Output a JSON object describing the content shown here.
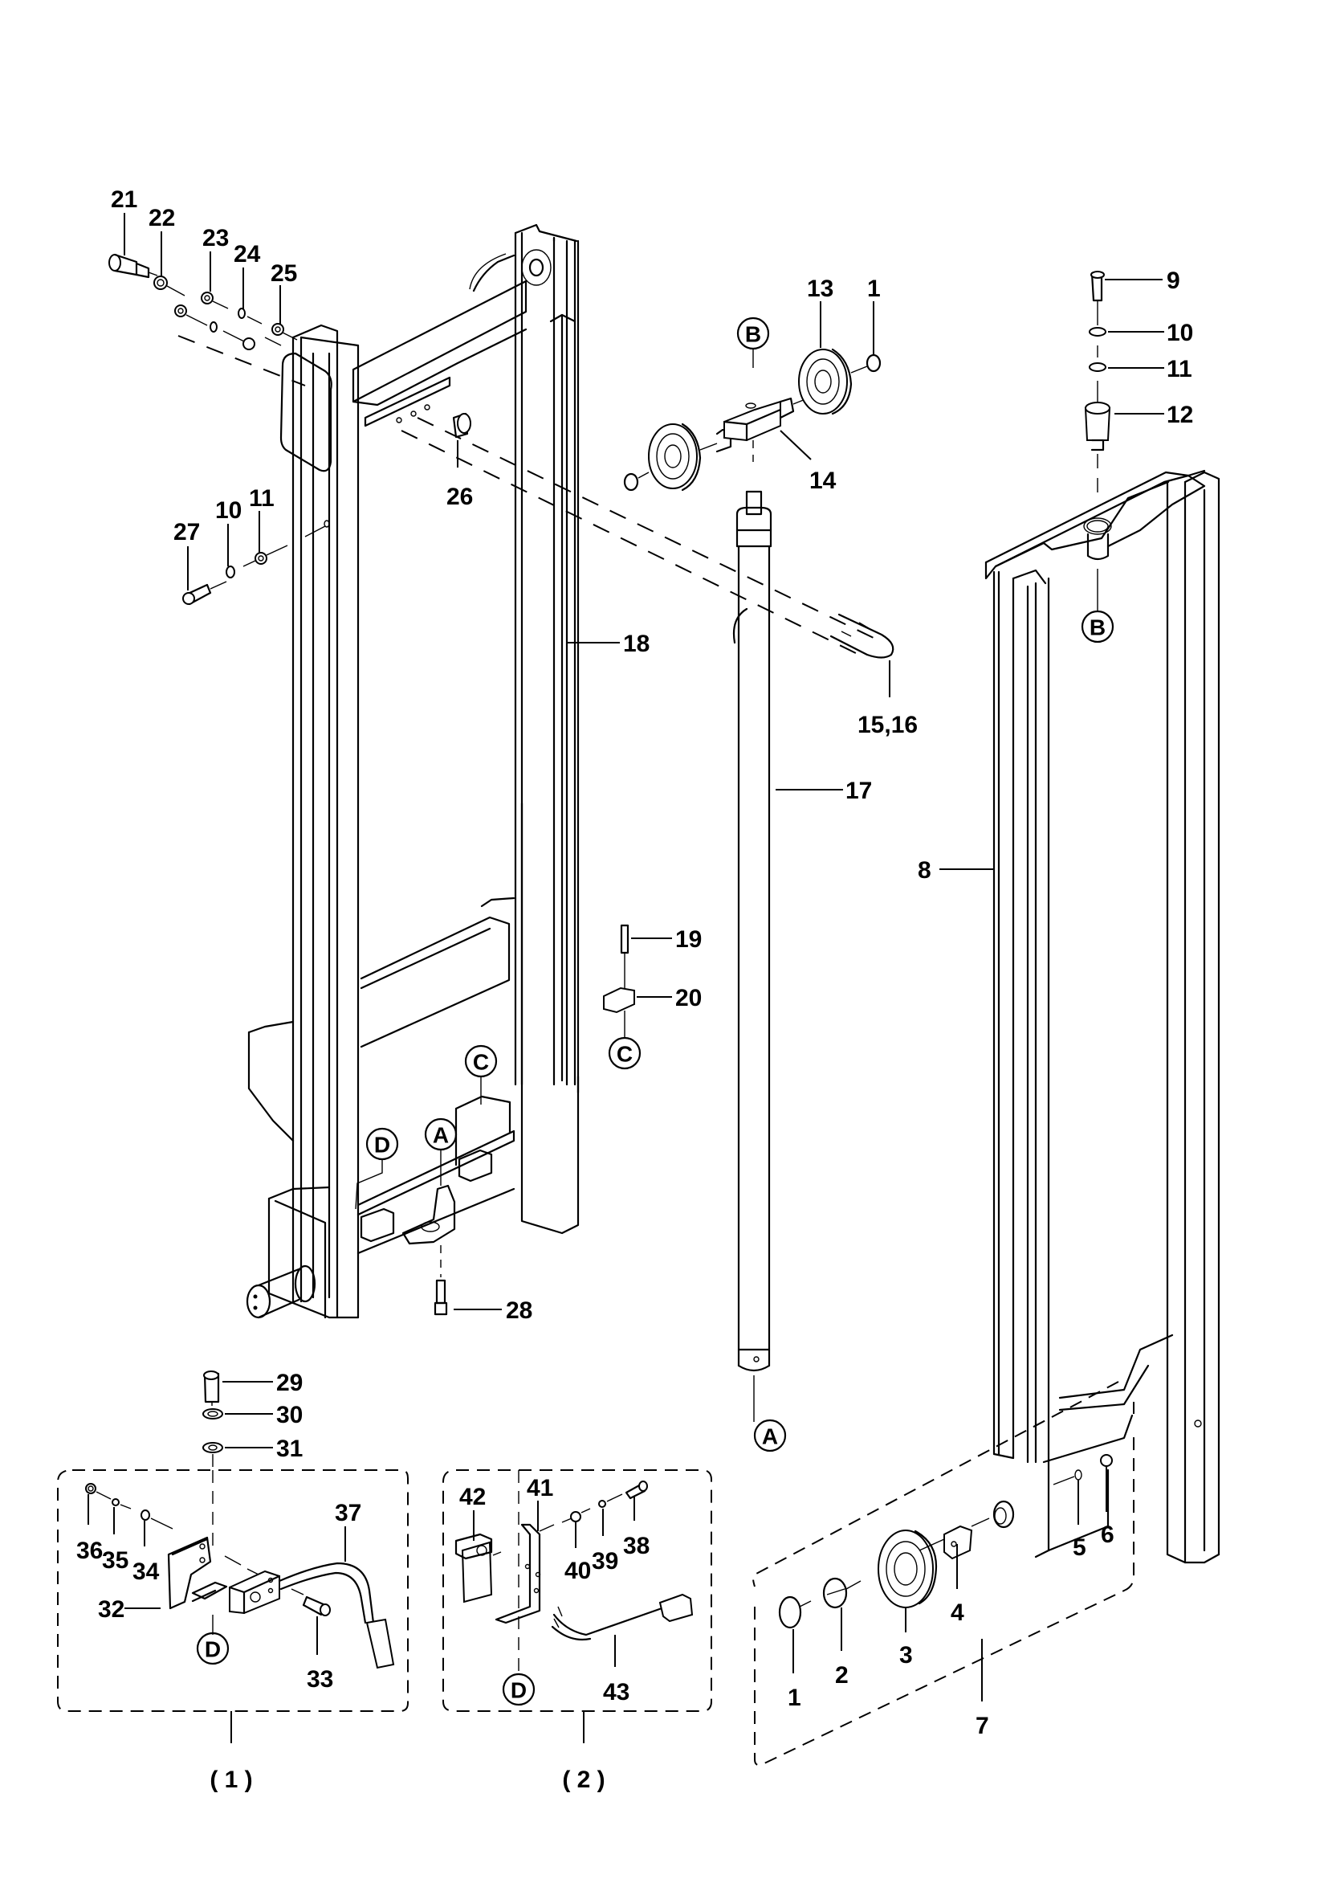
{
  "diagram": {
    "title": "",
    "type": "exploded parts diagram — lift mast assembly",
    "callouts": {
      "c1_top": "1",
      "c1_bottom": "1",
      "c2": "2",
      "c3": "3",
      "c4": "4",
      "c5": "5",
      "c6": "6",
      "c7": "7",
      "c8": "8",
      "c9": "9",
      "c10_right": "10",
      "c11_right": "11",
      "c12": "12",
      "c13": "13",
      "c14": "14",
      "c15_16": "15,16",
      "c17": "17",
      "c18": "18",
      "c19": "19",
      "c20": "20",
      "c21": "21",
      "c22": "22",
      "c23": "23",
      "c24": "24",
      "c25": "25",
      "c26": "26",
      "c27": "27",
      "c10_left": "10",
      "c11_left": "11",
      "c28": "28",
      "c29": "29",
      "c30": "30",
      "c31": "31",
      "c32": "32",
      "c33": "33",
      "c34": "34",
      "c35": "35",
      "c36": "36",
      "c37": "37",
      "c38": "38",
      "c39": "39",
      "c40": "40",
      "c41": "41",
      "c42": "42",
      "c43": "43"
    },
    "reference_markers": {
      "b_top": "B",
      "b_right": "B",
      "a_mast": "A",
      "a_bottom": "A",
      "c_mast": "C",
      "c_block": "C",
      "d_mast": "D",
      "d_group1": "D",
      "d_group2": "D"
    },
    "groups": {
      "group1": "( 1 )",
      "group2": "( 2 )"
    }
  }
}
